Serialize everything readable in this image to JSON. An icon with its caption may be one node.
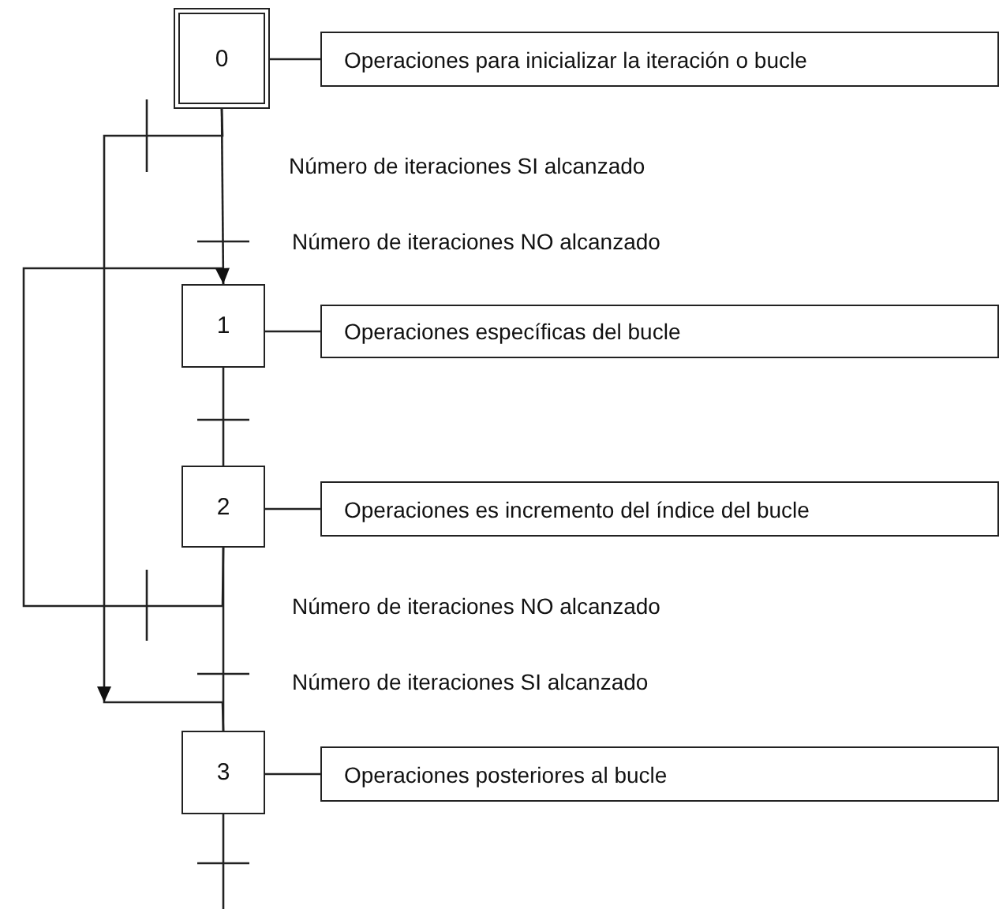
{
  "diagram": {
    "nodes": [
      {
        "text": [
          "0"
        ]
      },
      {
        "text": [
          "Operaciones para inicializar la iteración o bucle"
        ]
      },
      {
        "text": [
          "1"
        ]
      },
      {
        "text": [
          "Operaciones específicas del bucle"
        ]
      },
      {
        "text": [
          "2"
        ]
      },
      {
        "text": [
          "Operaciones es incremento del índice del bucle"
        ]
      },
      {
        "text": [
          "3"
        ]
      },
      {
        "text": [
          "Operaciones posteriores al bucle"
        ]
      }
    ],
    "edges": [
      {
        "from": 0,
        "to": 1,
        "arrow": "none"
      },
      {
        "from": 0,
        "to": 2,
        "arrow": "none"
      },
      {
        "from": 0,
        "to": 6,
        "arrow": "to"
      },
      {
        "from": 2,
        "to": 3,
        "arrow": "none"
      },
      {
        "from": 2,
        "to": 4,
        "arrow": "none"
      },
      {
        "from": 4,
        "to": 5,
        "arrow": "none"
      },
      {
        "from": 4,
        "to": 2,
        "arrow": "to"
      },
      {
        "from": 4,
        "to": 6,
        "arrow": "none"
      },
      {
        "from": 6,
        "to": 7,
        "arrow": "none"
      },
      {
        "from": 6,
        "to": null,
        "arrow": "none"
      }
    ],
    "labels": [
      "Número de iteraciones SI alcanzado",
      "Número de iteraciones NO alcanzado",
      "Número de iteraciones NO alcanzado",
      "Número de iteraciones SI alcanzado"
    ]
  }
}
